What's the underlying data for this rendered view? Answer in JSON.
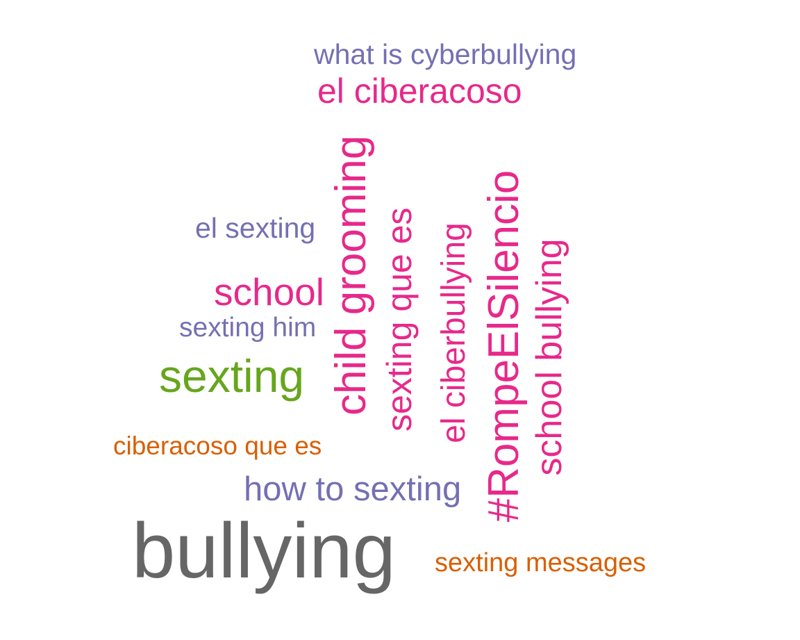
{
  "colors": {
    "purple": "#7470b3",
    "magenta": "#e7298a",
    "green": "#66a61e",
    "orange": "#d95f02",
    "gray": "#666666",
    "background": "#ffffff"
  },
  "words": {
    "what_is_cyberbullying": "what is cyberbullying",
    "el_ciberacoso": "el ciberacoso",
    "child_grooming": "child grooming",
    "sexting_que_es": "sexting que es",
    "el_ciberbullying": "el ciberbullying",
    "rompe_el_silencio": "#RompeElSilencio",
    "school_bullying": "school bullying",
    "el_sexting": "el sexting",
    "school": "school",
    "sexting_him": "sexting him",
    "sexting": "sexting",
    "ciberacoso_que_es": "ciberacoso que es",
    "how_to_sexting": "how to sexting",
    "bullying": "bullying",
    "sexting_messages": "sexting messages"
  }
}
